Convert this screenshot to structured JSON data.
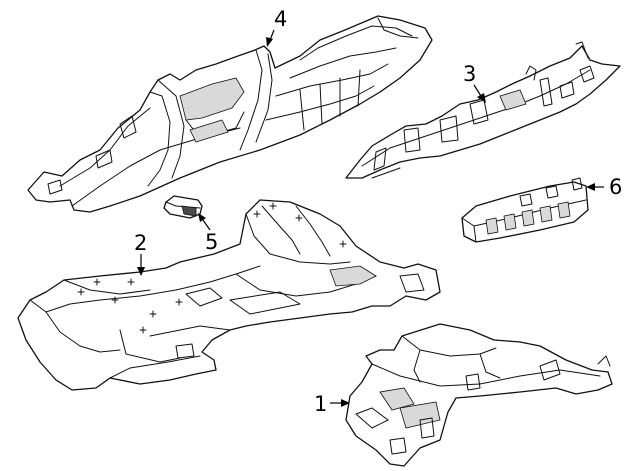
{
  "callouts": [
    {
      "id": "1",
      "label": "1"
    },
    {
      "id": "2",
      "label": "2"
    },
    {
      "id": "3",
      "label": "3"
    },
    {
      "id": "4",
      "label": "4"
    },
    {
      "id": "5",
      "label": "5"
    },
    {
      "id": "6",
      "label": "6"
    }
  ],
  "colors": {
    "line": "#111111",
    "fill": "#ffffff",
    "shade": "#d9d9d9"
  }
}
